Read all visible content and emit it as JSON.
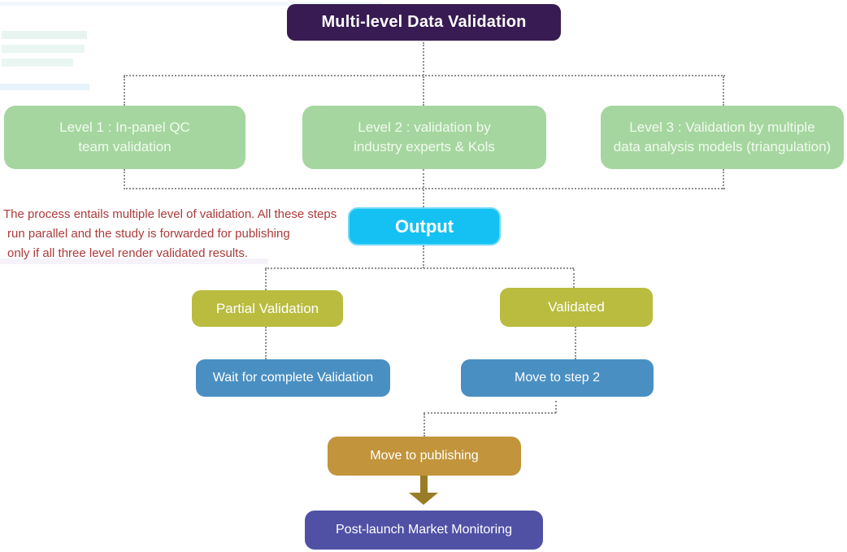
{
  "flowchart": {
    "title": {
      "label": "Multi-level Data Validation",
      "bg": "#381b52"
    },
    "levels": [
      {
        "id": "level-1",
        "label": "Level 1 : In-panel QC\nteam validation",
        "bg": "#a5d69f"
      },
      {
        "id": "level-2",
        "label": "Level 2 : validation by\nindustry experts & Kols",
        "bg": "#a5d69f"
      },
      {
        "id": "level-3",
        "label": "Level 3 : Validation by multiple\ndata analysis models (triangulation)",
        "bg": "#a5d69f"
      }
    ],
    "note": {
      "lines": [
        "The process entails multiple level of validation. All these steps",
        "run parallel and the study is forwarded for publishing",
        "only if all three level render validated results."
      ],
      "color": "#ab3a3a"
    },
    "output": {
      "label": "Output",
      "bg": "#15c1f3"
    },
    "outcomes": [
      {
        "id": "partial-validation",
        "label": "Partial Validation",
        "bg": "#b9bc3e"
      },
      {
        "id": "validated",
        "label": "Validated",
        "bg": "#b9bc3e"
      }
    ],
    "actions": [
      {
        "id": "wait-for-complete-validation",
        "label": "Wait for complete Validation",
        "bg": "#4a8fc2"
      },
      {
        "id": "move-to-step-2",
        "label": "Move to step 2",
        "bg": "#4a8fc2"
      }
    ],
    "publishing": {
      "label": "Move to publishing",
      "bg": "#c2943b"
    },
    "monitoring": {
      "label": "Post-launch Market Monitoring",
      "bg": "#5051a5"
    },
    "connector_style": {
      "color": "#8f8f8f",
      "type": "dotted"
    },
    "arrow_color": "#997d26"
  }
}
